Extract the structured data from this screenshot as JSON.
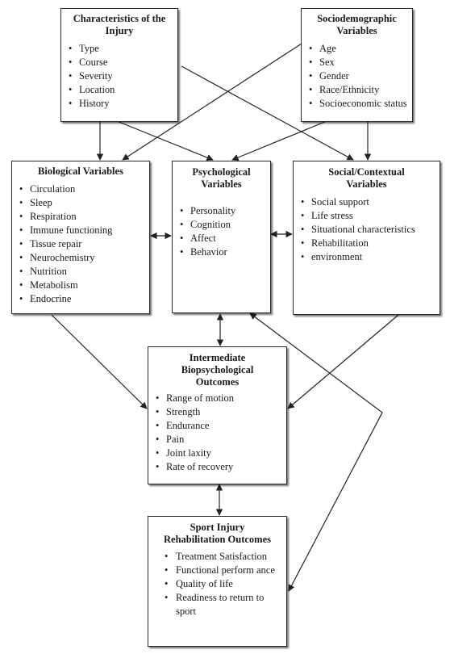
{
  "injury": {
    "title": "Characteristics of the Injury",
    "items": [
      "Type",
      "Course",
      "Severity",
      "Location",
      "History"
    ]
  },
  "sociodemographic": {
    "title": "Sociodemographic Variables",
    "items": [
      "Age",
      "Sex",
      "Gender",
      "Race/Ethnicity",
      "Socioeconomic status"
    ]
  },
  "biological": {
    "title": "Biological Variables",
    "items": [
      "Circulation",
      "Sleep",
      "Respiration",
      "Immune functioning",
      "Tissue repair",
      "Neurochemistry",
      "Nutrition",
      "Metabolism",
      "Endocrine"
    ]
  },
  "psychological": {
    "title": "Psychological Variables",
    "items": [
      "Personality",
      "Cognition",
      "Affect",
      "Behavior"
    ]
  },
  "social": {
    "title": "Social/Contextual Variables",
    "items": [
      "Social support",
      "Life stress",
      "Situational characteristics",
      "Rehabilitation",
      "environment"
    ]
  },
  "intermediate": {
    "title": "Intermediate Biopsychological Outcomes",
    "items": [
      "Range of motion",
      "Strength",
      "Endurance",
      "Pain",
      "Joint laxity",
      "Rate of recovery"
    ]
  },
  "rehab": {
    "title": "Sport Injury Rehabilitation Outcomes",
    "items": [
      "Treatment Satisfaction",
      "Functional perform ance",
      "Quality of life",
      "Readiness to return to sport"
    ]
  }
}
